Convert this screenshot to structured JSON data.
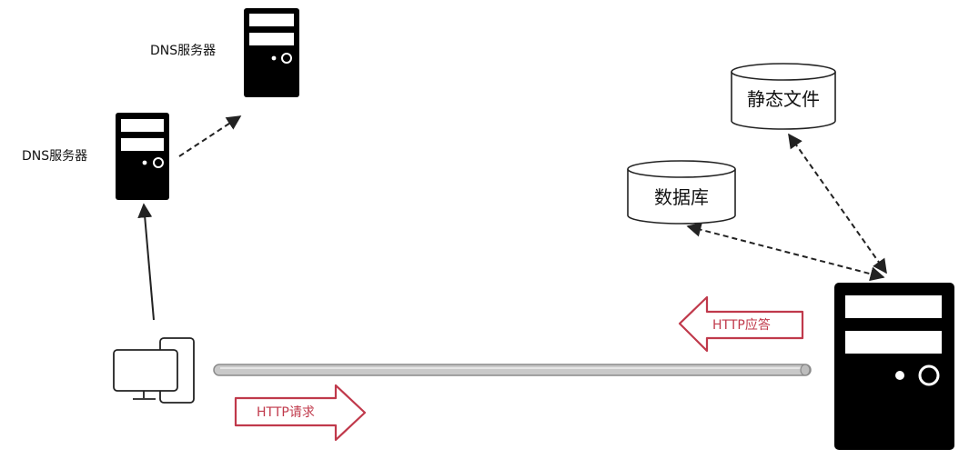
{
  "diagram": {
    "dns_server_1_label": "DNS服务器",
    "dns_server_2_label": "DNS服务器",
    "static_files_label": "静态文件",
    "database_label": "数据库",
    "http_request_label": "HTTP请求",
    "http_response_label": "HTTP应答"
  },
  "colors": {
    "server": "#000000",
    "arrow_accent": "#c0394b",
    "pipe": "#bdbdbd",
    "line": "#222222"
  },
  "icons": {
    "client": "desktop-computer-icon",
    "server": "server-tower-icon",
    "storage": "cylinder-database-icon"
  }
}
